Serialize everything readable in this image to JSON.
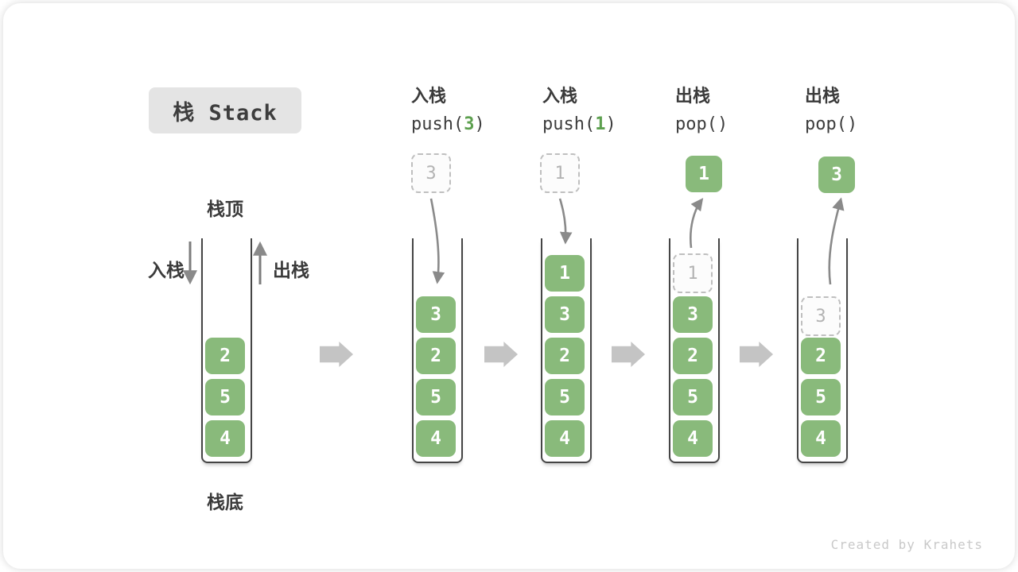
{
  "title": "栈 Stack",
  "footer": "Created by Krahets",
  "labels": {
    "top": "栈顶",
    "bottom": "栈底",
    "push": "入栈",
    "pop": "出栈"
  },
  "ops": [
    {
      "name": "入栈",
      "pre": "push(",
      "arg": "3",
      "post": ")"
    },
    {
      "name": "入栈",
      "pre": "push(",
      "arg": "1",
      "post": ")"
    },
    {
      "name": "出栈",
      "pre": "pop(",
      "arg": "",
      "post": ")"
    },
    {
      "name": "出栈",
      "pre": "pop(",
      "arg": "",
      "post": ")"
    }
  ],
  "stacks": [
    {
      "items": [
        "2",
        "5",
        "4"
      ]
    },
    {
      "incoming": "3",
      "items": [
        "3",
        "2",
        "5",
        "4"
      ]
    },
    {
      "incoming": "1",
      "items": [
        "1",
        "3",
        "2",
        "5",
        "4"
      ]
    },
    {
      "outgoing": "1",
      "ghost": "1",
      "items": [
        "3",
        "2",
        "5",
        "4"
      ]
    },
    {
      "outgoing": "3",
      "ghost": "3",
      "items": [
        "2",
        "5",
        "4"
      ]
    }
  ],
  "colors": {
    "item_green": "#89ba7b",
    "code_green": "#5da04f",
    "flow_arrow_gray": "#8a8a8a",
    "step_arrow_gray": "#c4c4c4",
    "title_bg": "#e4e4e4",
    "text_dark": "#3d3d3d"
  }
}
